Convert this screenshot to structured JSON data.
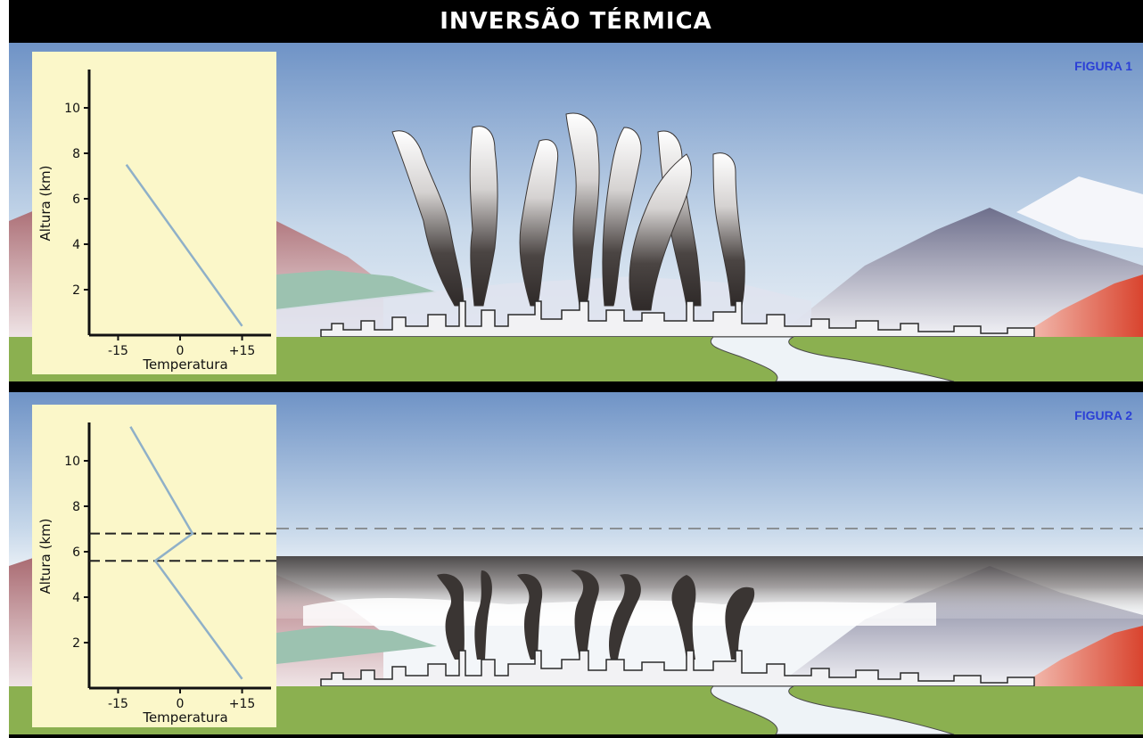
{
  "title": "INVERSÃO TÉRMICA",
  "figures": [
    {
      "label": "FIGURA 1",
      "ylabel": "Altura (km)",
      "xlabel": "Temperatura",
      "yticks": [
        "10",
        "8",
        "6",
        "4",
        "2"
      ],
      "xticks": [
        "-15",
        "0",
        "+15"
      ]
    },
    {
      "label": "FIGURA 2",
      "ylabel": "Altura (km)",
      "xlabel": "Temperatura",
      "yticks": [
        "10",
        "8",
        "6",
        "4",
        "2"
      ],
      "xticks": [
        "-15",
        "0",
        "+15"
      ]
    }
  ],
  "chart_data": [
    {
      "type": "line",
      "x": [
        15,
        -13
      ],
      "y": [
        0.4,
        7.5
      ],
      "xlabel": "Temperatura",
      "ylabel": "Altura (km)"
    },
    {
      "type": "line",
      "x": [
        15,
        -6,
        3,
        -12
      ],
      "y": [
        0.4,
        5.6,
        6.8,
        11.5
      ],
      "inversion_layer": [
        5.6,
        6.8
      ],
      "xlabel": "Temperatura",
      "ylabel": "Altura (km)"
    }
  ],
  "colors": {
    "frame": "#000000",
    "title_text": "#ffffff",
    "graph_bg": "#fbf7c9",
    "profile_line": "#8fb0c8",
    "figure_label": "#2b3fd6",
    "sky_top": "#6f93c6",
    "grass": "#8bb050",
    "smoke": "#3a3533"
  }
}
